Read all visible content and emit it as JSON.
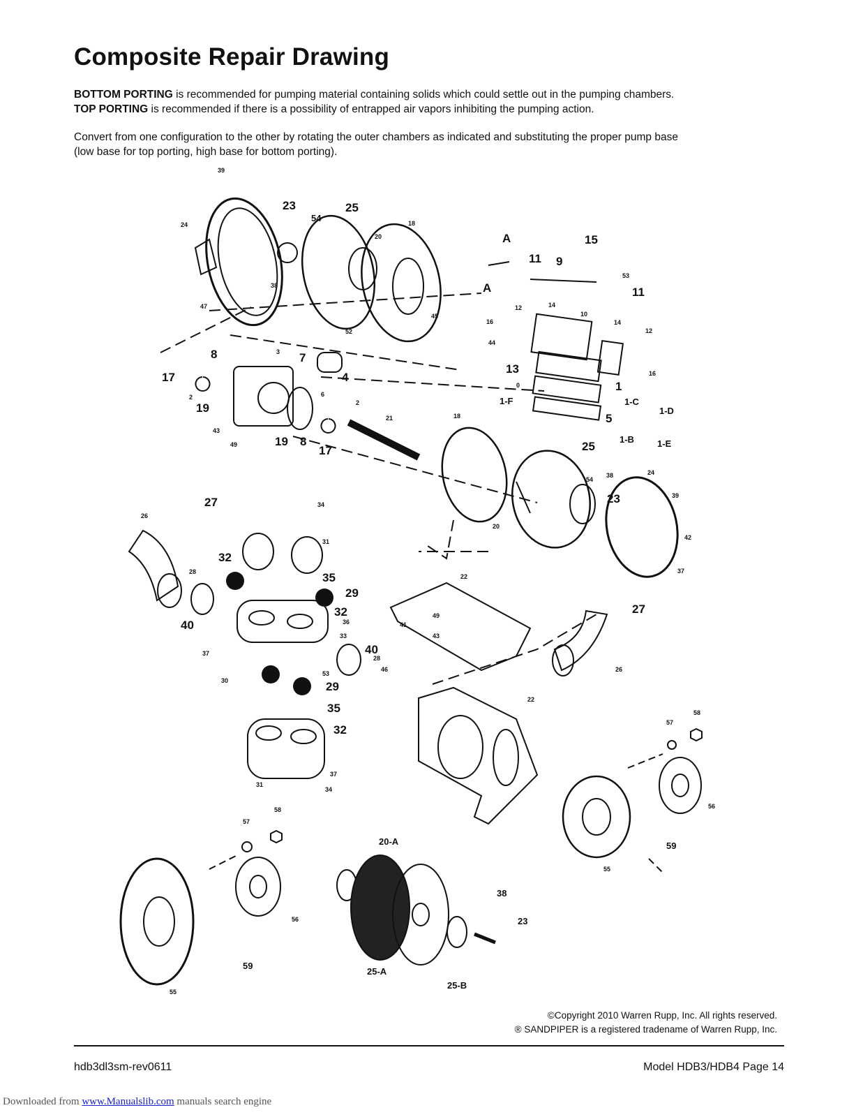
{
  "title": "Composite Repair Drawing",
  "intro": {
    "bottom_label": "BOTTOM PORTING",
    "bottom_text": " is recommended for pumping material containing solids which could settle out in the pumping chambers.",
    "top_label": "TOP PORTING",
    "top_text": " is recommended if there is a possibility of entrapped air vapors inhibiting the pumping action.",
    "convert_line1": "Convert from one configuration to the other by rotating the outer chambers as indicated and substituting the proper pump base",
    "convert_line2": "(low base for top porting, high base for bottom porting)."
  },
  "callouts": [
    "39",
    "24",
    "23",
    "54",
    "25",
    "20",
    "18",
    "38",
    "47",
    "45",
    "A",
    "A",
    "11",
    "9",
    "15",
    "53",
    "11",
    "12",
    "14",
    "10",
    "16",
    "44",
    "14",
    "12",
    "52",
    "3",
    "8",
    "7",
    "17",
    "2",
    "4",
    "6",
    "13",
    "16",
    "1",
    "0",
    "1-F",
    "19",
    "2",
    "1-C",
    "1-D",
    "43",
    "49",
    "19",
    "8",
    "17",
    "21",
    "5",
    "1-B",
    "1-E",
    "18",
    "25",
    "54",
    "38",
    "24",
    "39",
    "23",
    "20",
    "42",
    "37",
    "27",
    "26",
    "34",
    "31",
    "32",
    "35",
    "29",
    "28",
    "32",
    "36",
    "40",
    "33",
    "22",
    "49",
    "41",
    "43",
    "27",
    "37",
    "40",
    "28",
    "46",
    "30",
    "53",
    "29",
    "26",
    "35",
    "32",
    "22",
    "57",
    "58",
    "37",
    "31",
    "34",
    "58",
    "57",
    "56",
    "59",
    "55",
    "20-A",
    "38",
    "56",
    "23",
    "59",
    "55",
    "25-A",
    "25-B"
  ],
  "copyright": {
    "line1": "©Copyright 2010 Warren Rupp, Inc. All rights reserved.",
    "line2": "® SANDPIPER is a registered tradename of Warren Rupp, Inc."
  },
  "footer": {
    "doc_id": "hdb3dl3sm-rev0611",
    "model_page": "Model HDB3/HDB4  Page 14"
  },
  "download": {
    "prefix": "Downloaded from ",
    "link": "www.Manualslib.com",
    "suffix": "  manuals search engine"
  }
}
